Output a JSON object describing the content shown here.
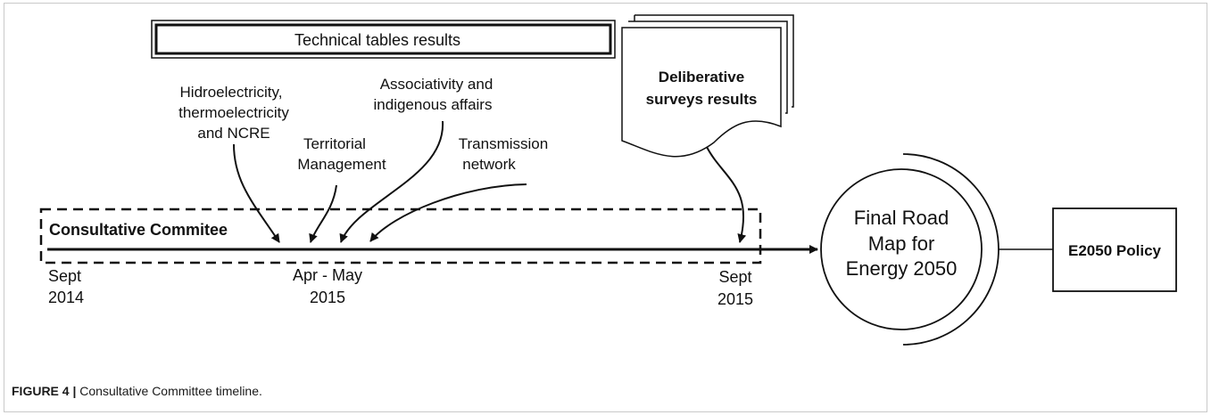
{
  "diagram": {
    "technical_tables_title": "Technical tables results",
    "topics": {
      "hydro_line1": "Hidroelectricity,",
      "hydro_line2": "thermoelectricity",
      "hydro_line3": "and NCRE",
      "territorial_line1": "Territorial",
      "territorial_line2": "Management",
      "assoc_line1": "Associativity and",
      "assoc_line2": "indigenous affairs",
      "transmission_line1": "Transmission",
      "transmission_line2": "network"
    },
    "surveys": {
      "line1": "Deliberative",
      "line2": "surveys results"
    },
    "committee_label": "Consultative Commitee",
    "dates": {
      "start_line1": "Sept",
      "start_line2": "2014",
      "mid_line1": "Apr - May",
      "mid_line2": "2015",
      "end_line1": "Sept",
      "end_line2": "2015"
    },
    "roadmap": {
      "line1": "Final Road",
      "line2": "Map for",
      "line3": "Energy 2050"
    },
    "policy_label": "E2050 Policy"
  },
  "caption": {
    "label": "FIGURE 4 |",
    "text": " Consultative Committee timeline."
  }
}
